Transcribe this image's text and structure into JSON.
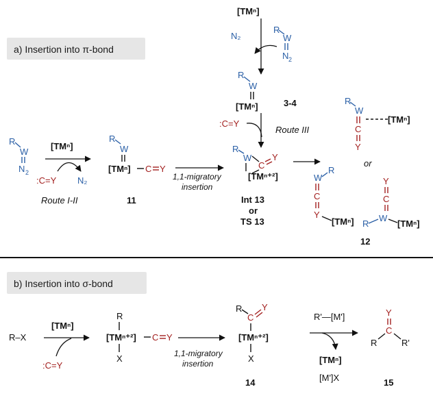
{
  "panel_a": {
    "header": "a) Insertion into π-bond",
    "tm": "[TMⁿ]",
    "tm_n2": "[TMⁿ⁺²]",
    "n2": "N₂",
    "r": "R",
    "w": "W",
    "n": "N",
    "subscript_2": "2",
    "cy": ":C=Y",
    "c": "C",
    "y": "Y",
    "route_i_ii": "Route I-II",
    "route_iii": "Route III",
    "label_11": "11",
    "label_34": "3-4",
    "migratory_1": "1,1-migratory",
    "migratory_2": "insertion",
    "int13": "Int 13",
    "or": "or",
    "ts13": "TS 13",
    "or_right": "or",
    "label_12": "12"
  },
  "panel_b": {
    "header": "b) Insertion into σ-bond",
    "rx": "R–X",
    "tm": "[TMⁿ]",
    "tm_n2": "[TMⁿ⁺²]",
    "cy": ":C=Y",
    "c": "C",
    "y": "Y",
    "r": "R",
    "x": "X",
    "migratory_1": "1,1-migratory",
    "migratory_2": "insertion",
    "label_14": "14",
    "reagent": "R'—[M']",
    "mx": "[M']X",
    "rprime": "R'",
    "label_15": "15"
  },
  "colors": {
    "blue": "#2a5fa6",
    "red": "#a3201f",
    "header_bg": "#e6e6e6",
    "text": "#111111"
  }
}
